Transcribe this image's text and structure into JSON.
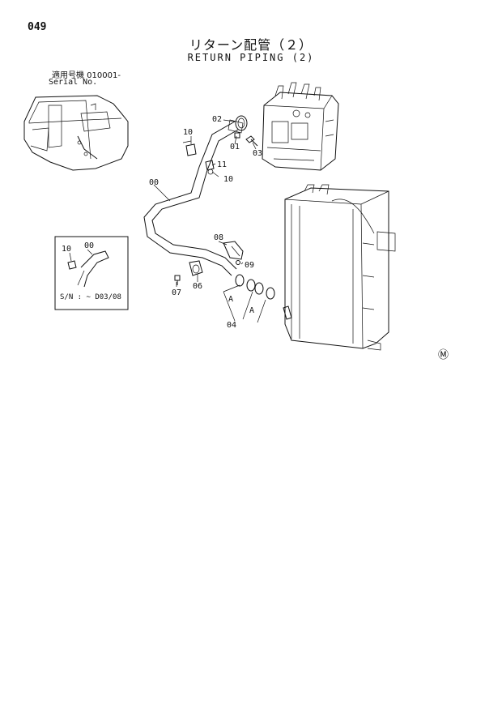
{
  "page_number": "049",
  "title_jp": "リターン配管（２）",
  "title_en": "RETURN PIPING (2)",
  "serial_label_jp": "適用号機 010001-",
  "serial_label_en": "Serial No.",
  "inset_note": "S/N : ~ D03/08",
  "callouts": {
    "c00": "00",
    "c01": "01",
    "c02": "02",
    "c03": "03",
    "c04": "04",
    "c06": "06",
    "c07": "07",
    "c08": "08",
    "c09": "09",
    "c10a": "10",
    "c10b": "10",
    "c11": "11",
    "a1": "A",
    "a2": "A",
    "inset10": "10",
    "inset00": "00"
  },
  "marker": "Ⓜ"
}
